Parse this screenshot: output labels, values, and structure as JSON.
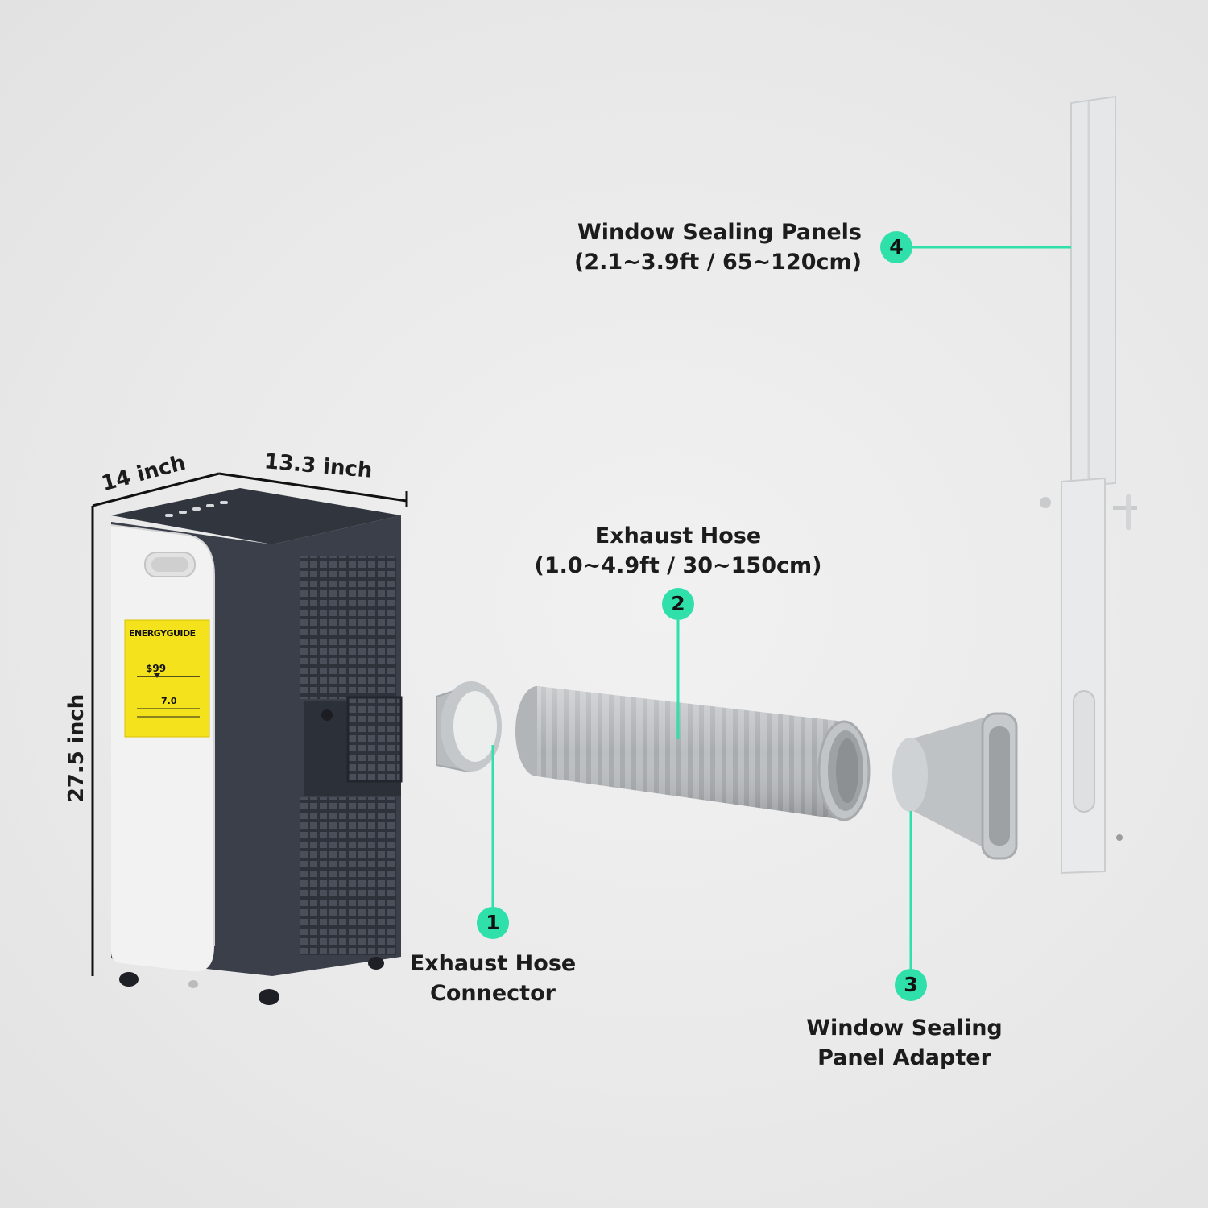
{
  "dimensions": {
    "depth": "14 inch",
    "width": "13.3 inch",
    "height": "27.5 inch"
  },
  "callouts": [
    {
      "number": "1",
      "lines": [
        "Exhaust Hose",
        "Connector"
      ]
    },
    {
      "number": "2",
      "lines": [
        "Exhaust Hose",
        "(1.0~4.9ft / 30~150cm)"
      ]
    },
    {
      "number": "3",
      "lines": [
        "Window Sealing",
        "Panel Adapter"
      ]
    },
    {
      "number": "4",
      "lines": [
        "Window Sealing Panels",
        "(2.1~3.9ft / 65~120cm)"
      ]
    }
  ],
  "energy_label": {
    "brand": "ENERGYGUIDE",
    "cost": "$99",
    "rating": "7.0"
  },
  "colors": {
    "accent": "#2fe0ab",
    "unit_body": "#3b3f4a",
    "unit_panel": "#f2f2f2",
    "label_yellow": "#f4e21c",
    "hose": "#b9bcbf"
  }
}
